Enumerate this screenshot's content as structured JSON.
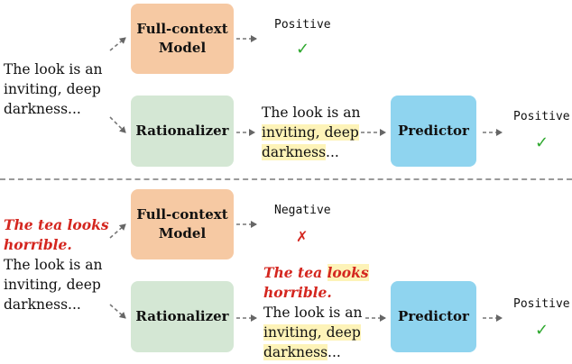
{
  "top": {
    "input_lines": [
      "The look is an",
      "inviting, deep",
      "darkness..."
    ],
    "full_context_box": [
      "Full-context",
      "Model"
    ],
    "full_context_label": "Positive",
    "full_context_mark": "✓",
    "rationalizer": "Rationalizer",
    "rationale_plain": "The look is an",
    "rationale_hl_1": "inviting, deep",
    "rationale_hl_2": "darkness",
    "rationale_tail": "...",
    "predictor": "Predictor",
    "predictor_label": "Positive",
    "predictor_mark": "✓"
  },
  "bottom": {
    "input_red_lines": [
      "The tea looks",
      "horrible."
    ],
    "input_lines": [
      "The look is an",
      "inviting, deep",
      "darkness..."
    ],
    "full_context_box": [
      "Full-context",
      "Model"
    ],
    "full_context_label": "Negative",
    "full_context_mark": "✗",
    "rationalizer": "Rationalizer",
    "rationale_red_1": "The tea",
    "rationale_red_hl": "looks",
    "rationale_red_2": "horrible.",
    "rationale_plain": "The look is an",
    "rationale_hl_1": "inviting, deep",
    "rationale_hl_2": "darkness",
    "rationale_tail": "...",
    "predictor": "Predictor",
    "predictor_label": "Positive",
    "predictor_mark": "✓"
  },
  "colors": {
    "full_context": "#f6c9a3",
    "rationalizer": "#d4e7d4",
    "predictor": "#8fd4ef",
    "highlight": "#fdf3b8",
    "red_text": "#d4261f",
    "check": "#2ea82e"
  }
}
